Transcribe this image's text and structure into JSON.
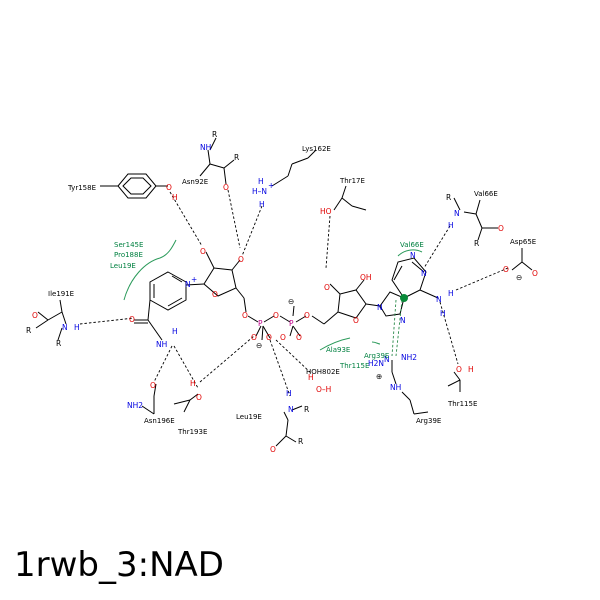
{
  "title": "1rwb_3:NAD",
  "colors": {
    "O": "#e00000",
    "N": "#0000e0",
    "P": "#c0008a",
    "C": "#000000",
    "hydrophobic": "#008040"
  },
  "residues": {
    "tyr158": "Tyr158E",
    "asn92": "Asn92E",
    "lys162": "Lys162E",
    "thr17": "Thr17E",
    "val66": "Val66E",
    "asp65": "Asp65E",
    "ile191": "Ile191E",
    "asn196": "Asn196E",
    "thr193": "Thr193E",
    "leu19": "Leu19E",
    "hoh802": "HOH802E",
    "arg39": "Arg39E",
    "thr115": "Thr115E"
  },
  "hydrophobic_labels": {
    "ser145": "Ser145E",
    "pro188": "Pro188E",
    "leu19": "Leu19E",
    "val66": "Val66E",
    "ala93": "Ala93E",
    "arg39": "Arg39E",
    "thr115": "Thr115E"
  },
  "atoms": {
    "R": "R",
    "NH": "NH",
    "N": "N",
    "H": "H",
    "O": "O",
    "OH": "OH",
    "HO": "HO",
    "P": "P",
    "NH2": "NH2",
    "H2N": "H2N",
    "Nplus": "N",
    "H2Nplus": "H"
  }
}
